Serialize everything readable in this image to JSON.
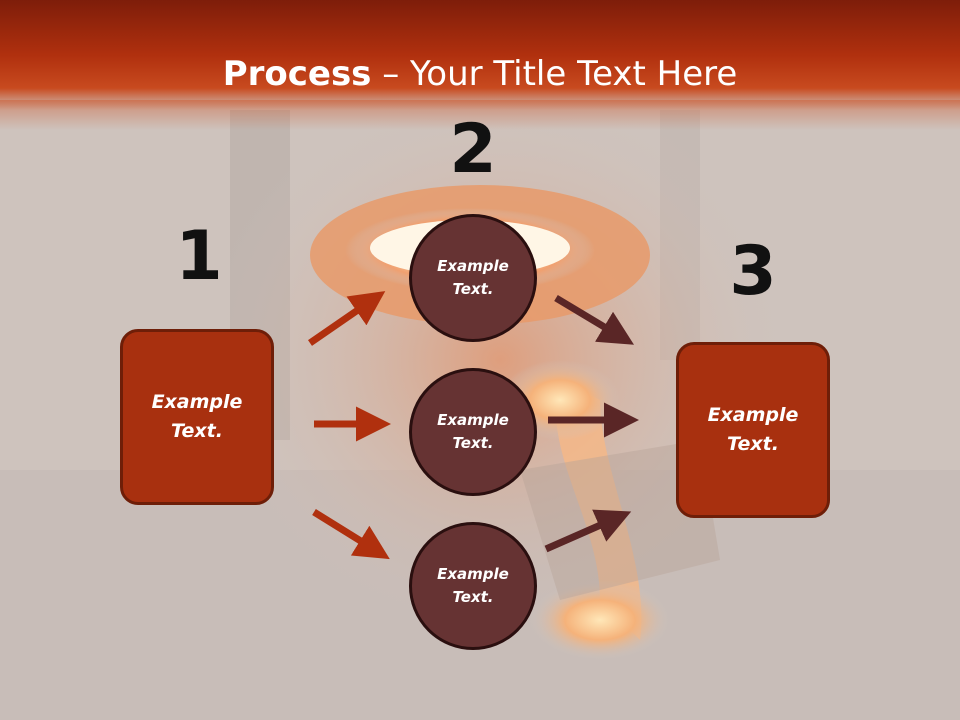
{
  "slide": {
    "title_strong": "Process",
    "title_rest": " – Your Title Text Here"
  },
  "steps": {
    "n1": "1",
    "n2": "2",
    "n3": "3"
  },
  "nodes": {
    "left_box": "Example\nText.",
    "circle_top": "Example\nText.",
    "circle_middle": "Example\nText.",
    "circle_bottom": "Example\nText.",
    "right_box": "Example\nText."
  },
  "colors": {
    "header": "#b0300e",
    "box_fill": "#a8300f",
    "circle_fill": "#663333",
    "arrow_left": "#b0300e",
    "arrow_right": "#5a2626"
  }
}
